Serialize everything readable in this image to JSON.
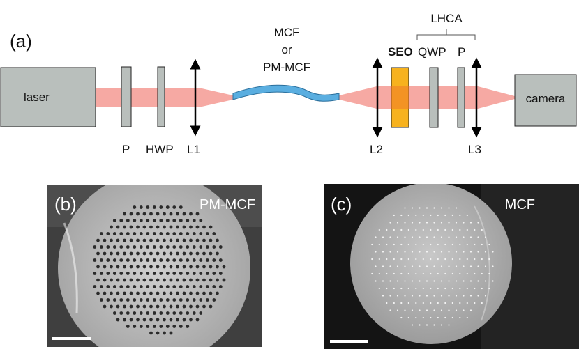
{
  "panel_a": {
    "label": "(a)",
    "fiber_label_line1": "MCF",
    "fiber_label_line2": "or",
    "fiber_label_line3": "PM-MCF",
    "lhca_label": "LHCA",
    "laser_label": "laser",
    "camera_label": "camera",
    "seo_label": "SEO",
    "qwp_label": "QWP",
    "p_top_label": "P",
    "p_label": "P",
    "hwp_label": "HWP",
    "l1_label": "L1",
    "l2_label": "L2",
    "l3_label": "L3"
  },
  "panel_b": {
    "label": "(b)",
    "title": "PM-MCF"
  },
  "panel_c": {
    "label": "(c)",
    "title": "MCF"
  },
  "colors": {
    "beam": "#f6a9a3",
    "box_fill": "#b9bfbc",
    "seo_fill": "#f7b21e",
    "fiber": "#5aaee0",
    "panel_b_bg": "#3f3f3f",
    "panel_c_bg": "#141414"
  }
}
